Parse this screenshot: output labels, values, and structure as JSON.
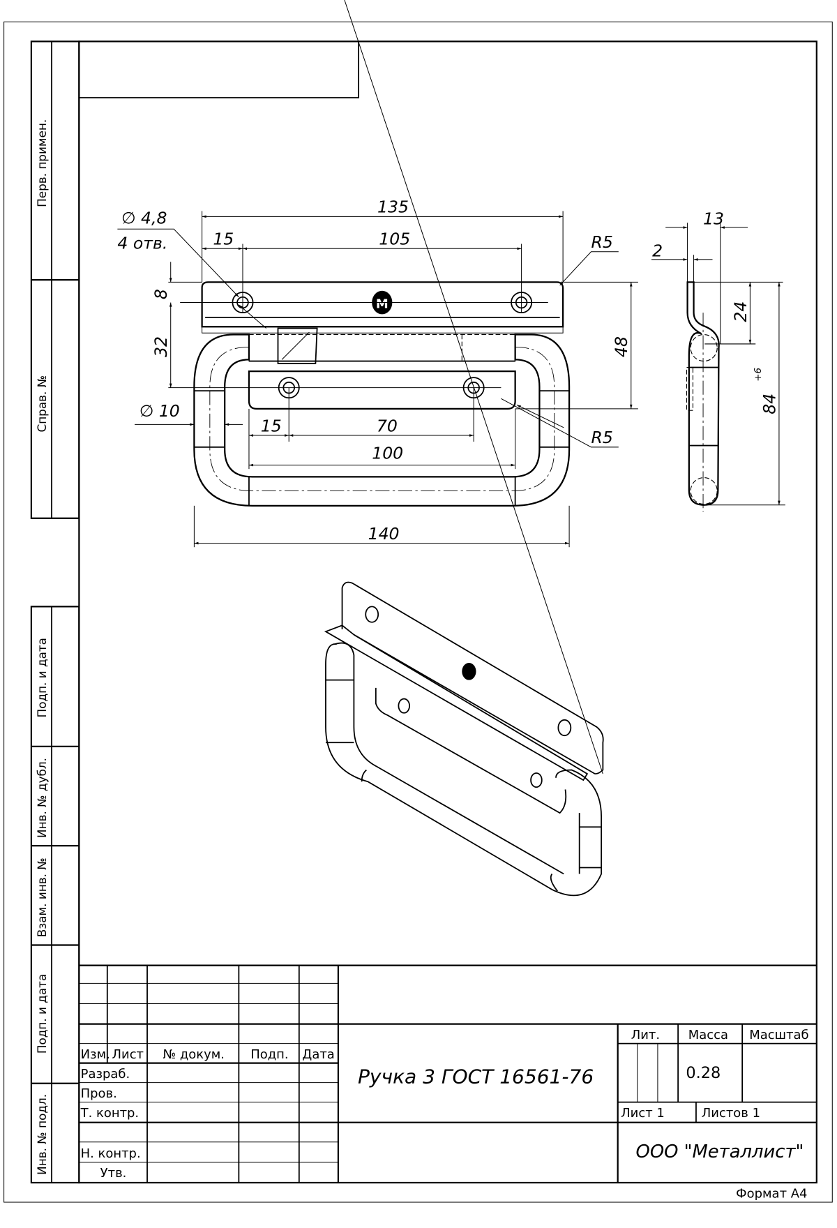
{
  "side_stamps": [
    "Перв. примен.",
    "Справ. №",
    "Подп. и дата",
    "Инв. № дубл.",
    "Взам. инв. №",
    "Подп. и дата",
    "Инв. № подл."
  ],
  "front_view": {
    "hole_callout": {
      "diameter": "∅ 4,8",
      "count": "4 отв."
    },
    "dims": {
      "overall_plate": "135",
      "hole_spacing_top": "105",
      "hole_offset_top": "15",
      "hole_from_top": "8",
      "hole_to_hole_vertical": "32",
      "height": "48",
      "radius_top": "R5",
      "radius_bottom": "R5",
      "rod_diameter": "∅ 10",
      "hole_offset_bottom": "15",
      "hole_spacing_bottom": "70",
      "inner_width": "100",
      "overall_width": "140"
    }
  },
  "side_view": {
    "dims": {
      "depth": "13",
      "thickness": "2",
      "hinge_height": "24",
      "overall_height": "84",
      "tolerance": "+6"
    }
  },
  "title_block": {
    "headers": {
      "izm": "Изм.",
      "list": "Лист",
      "doc_no": "№ докум.",
      "sign": "Подп.",
      "date": "Дата"
    },
    "roles": {
      "developer": "Разраб.",
      "checker": "Пров.",
      "tech_control": "Т. контр.",
      "norm_control": "Н. контр.",
      "approved": "Утв."
    },
    "title": "Ручка 3 ГОСТ 16561-76",
    "lit_label": "Лит.",
    "mass_label": "Масса",
    "scale_label": "Масштаб",
    "mass_value": "0.28",
    "sheet": "Лист 1",
    "sheets": "Листов 1",
    "organization": "ООО \"Металлист\""
  },
  "format": "Формат А4"
}
